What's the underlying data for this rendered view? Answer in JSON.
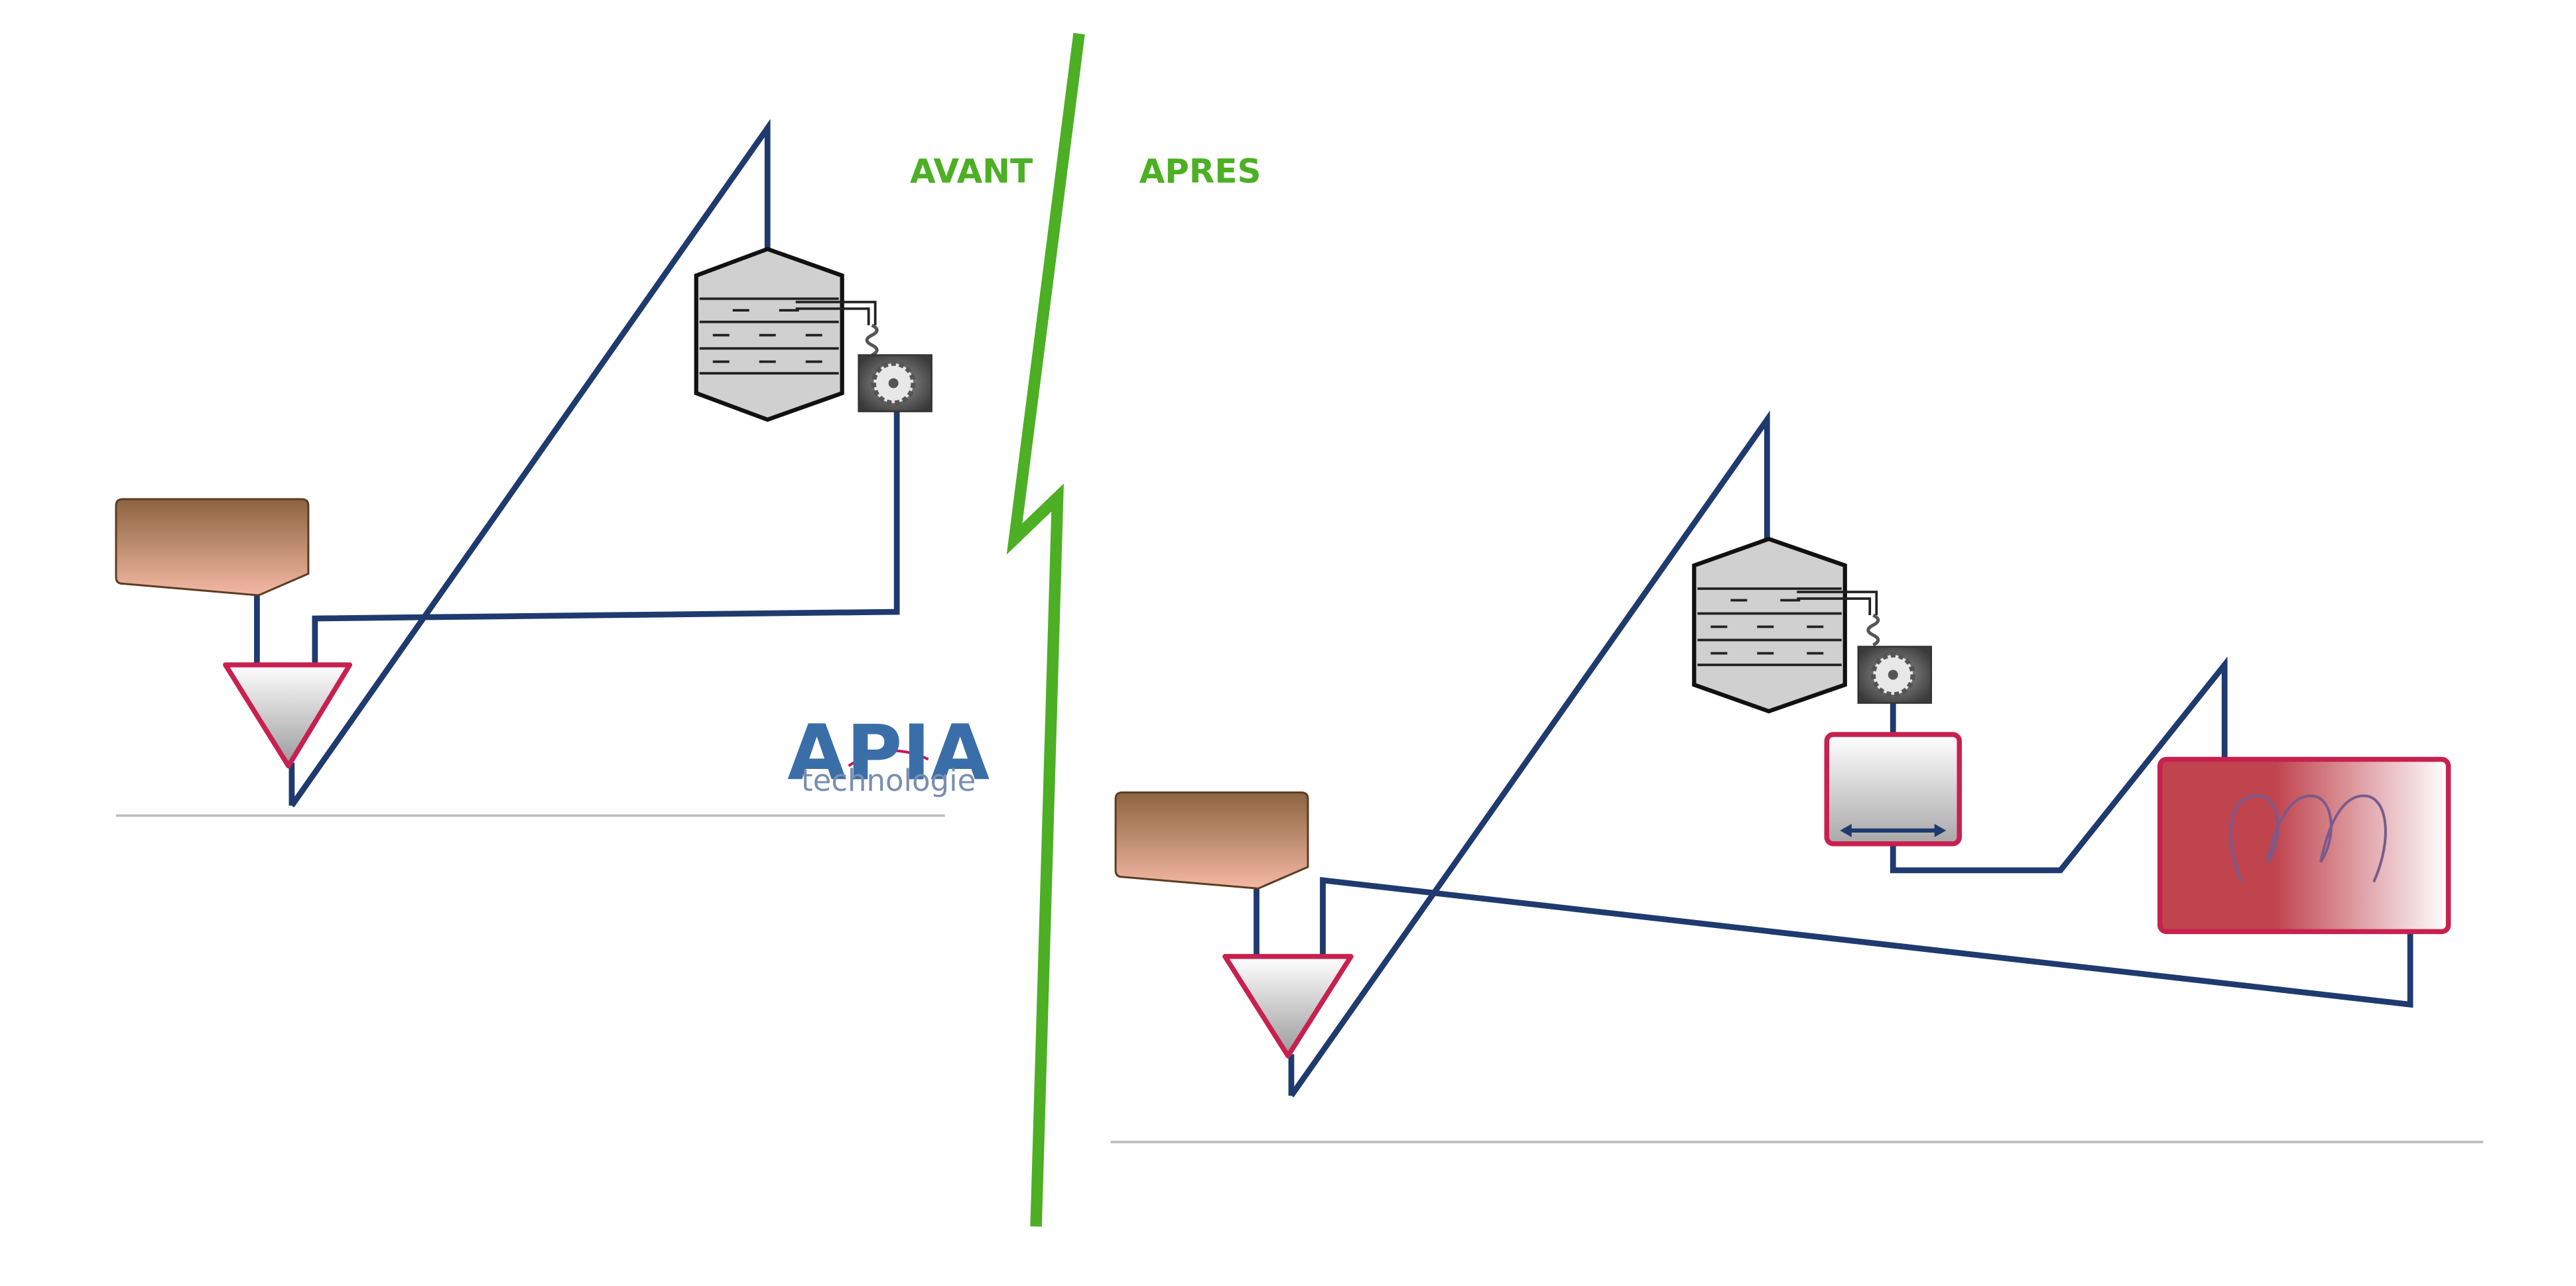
{
  "labels": {
    "before": "AVANT",
    "after": "APRES"
  },
  "logo": {
    "name": "APIA",
    "subtitle": "technologie"
  },
  "colors": {
    "pipe": "#1f3a6e",
    "divider": "#4caf24",
    "label": "#4caf24",
    "vessel_outline": "#c8204f",
    "heater_fill": "#c0444e",
    "hopper_top": "#8b6440",
    "hopper_bottom": "#f4b8a4",
    "logo": "#3a6ea8",
    "logo_swoosh": "#c2185b"
  },
  "icons": {
    "left": [
      "hopper-icon",
      "cone-vessel-icon",
      "column-reactor-icon",
      "motor-icon"
    ],
    "right": [
      "hopper-icon",
      "cone-vessel-icon",
      "column-reactor-icon",
      "motor-icon",
      "tank-icon",
      "coil-heater-icon"
    ]
  }
}
